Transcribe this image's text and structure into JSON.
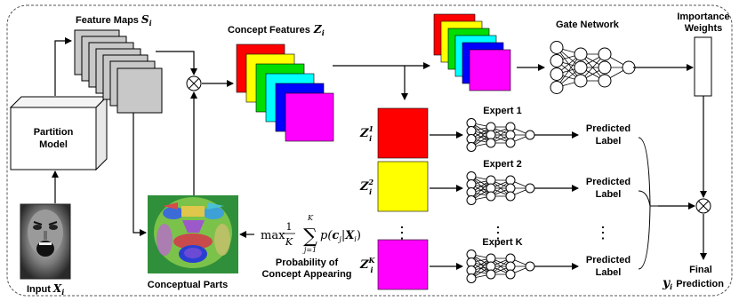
{
  "input": {
    "label": "Input",
    "symbol": "X",
    "sub": "i"
  },
  "partition_model": {
    "line1": "Partition",
    "line2": "Model"
  },
  "feature_maps": {
    "label": "Feature Maps",
    "symbol": "S",
    "sub": "i"
  },
  "multiply_symbol": "⊗",
  "concept_features": {
    "label": "Concept Features",
    "symbol": "Z",
    "sub": "i",
    "colors": [
      "#ff0000",
      "#ffff00",
      "#00dd00",
      "#00ffff",
      "#0000ff",
      "#ff00ff"
    ]
  },
  "gate_network": {
    "label": "Gate Network"
  },
  "importance_weights": {
    "line1": "Importance",
    "line2": "Weights"
  },
  "experts": [
    {
      "label": "Expert 1",
      "z_sup": "1",
      "color": "#ff0000",
      "pred_line1": "Predicted",
      "pred_line2": "Label"
    },
    {
      "label": "Expert 2",
      "z_sup": "2",
      "color": "#ffff00",
      "pred_line1": "Predicted",
      "pred_line2": "Label"
    },
    {
      "label": "Expert K",
      "z_sup": "K",
      "color": "#ff00ff",
      "pred_line1": "Predicted",
      "pred_line2": "Label"
    }
  ],
  "z_symbol": "Z",
  "z_sub": "i",
  "conceptual_parts": {
    "label": "Conceptual Parts"
  },
  "probability_formula": {
    "max": "max",
    "frac_num": "1",
    "frac_den": "K",
    "sum_upper": "K",
    "sum_lower": "j=1",
    "sum_sign": "∑",
    "body": "p(",
    "c": "c",
    "c_sub": "j",
    "bar": "|",
    "x": "X",
    "x_sub": "i",
    "close": ")"
  },
  "probability_caption": {
    "line1": "Probability of",
    "line2": "Concept Appearing"
  },
  "final": {
    "symbol": "y",
    "sub": "i",
    "label": "Prediction",
    "top": "Final"
  },
  "ellipsis": "⋮"
}
